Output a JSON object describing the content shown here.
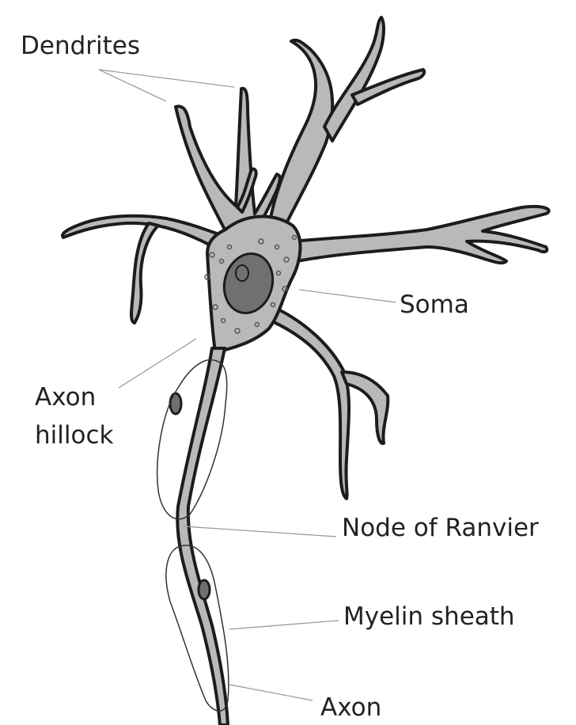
{
  "labels": {
    "dendrites": "Dendrites",
    "soma": "Soma",
    "axon_hillock_line1": "Axon",
    "axon_hillock_line2": "hillock",
    "node_of_ranvier": "Node of Ranvier",
    "myelin_sheath": "Myelin sheath",
    "axon": "Axon"
  },
  "colors": {
    "outline": "#1c1c1c",
    "cytoplasm": "#b9b9b9",
    "nucleus": "#707070",
    "sheath_outline": "#333333",
    "leader_line": "#9a9a9a",
    "text": "#222222"
  }
}
